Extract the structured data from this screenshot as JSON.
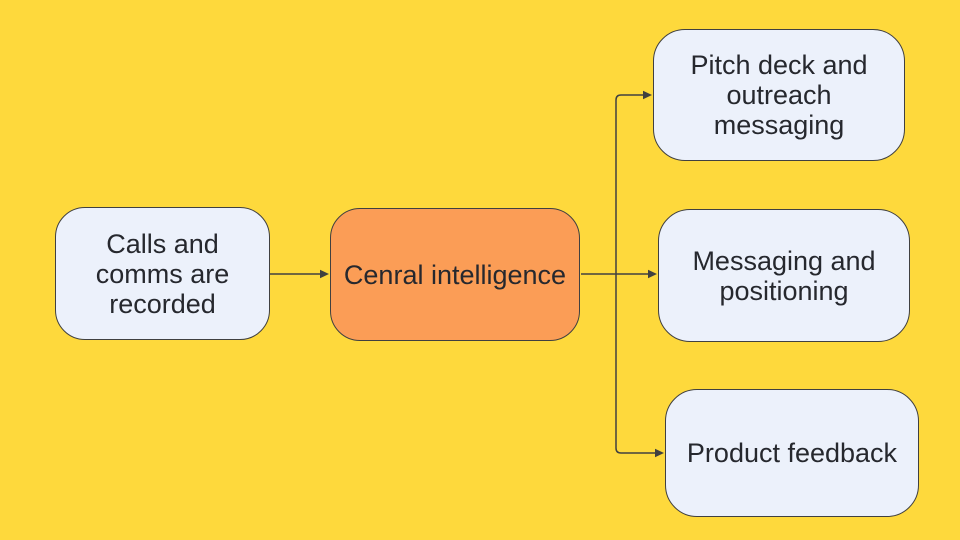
{
  "colors": {
    "background": "#FED93C",
    "node_fill": "#ECF1FB",
    "node_border": "#404040",
    "accent_fill": "#FB9D56",
    "text": "#26282E",
    "connector": "#404040"
  },
  "nodes": {
    "calls": {
      "label": "Calls and comms are recorded"
    },
    "central": {
      "label": "Cenral intelligence"
    },
    "pitch": {
      "label": "Pitch deck and outreach messaging"
    },
    "messaging": {
      "label": "Messaging and positioning"
    },
    "product": {
      "label": "Product feedback"
    }
  },
  "edges": [
    {
      "from": "calls",
      "to": "central"
    },
    {
      "from": "central",
      "to": "pitch"
    },
    {
      "from": "central",
      "to": "messaging"
    },
    {
      "from": "central",
      "to": "product"
    }
  ]
}
